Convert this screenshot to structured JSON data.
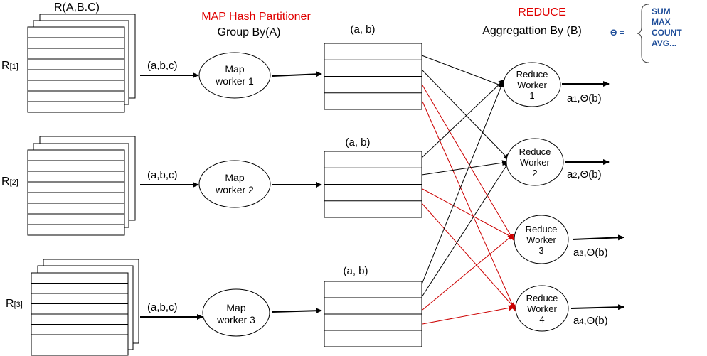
{
  "headers": {
    "map_title": "MAP Hash Partitioner",
    "map_subtitle": "Group By(A)",
    "reduce_title": "REDUCE",
    "reduce_subtitle": "Aggregattion By (B)"
  },
  "theta_legend": {
    "symbol": "Θ =",
    "items": [
      "SUM",
      "MAX",
      "COUNT",
      "AVG..."
    ]
  },
  "relation_header": "R(A,B.C)",
  "relations": [
    {
      "label": "R",
      "sub": "[1]"
    },
    {
      "label": "R",
      "sub": "[2]"
    },
    {
      "label": "R",
      "sub": "[3]"
    }
  ],
  "map_inputs": [
    "(a,b,c)",
    "(a,b,c)",
    "(a,b,c)"
  ],
  "map_workers": [
    {
      "line1": "Map",
      "line2": "worker 1"
    },
    {
      "line1": "Map",
      "line2": "worker 2"
    },
    {
      "line1": "Map",
      "line2": "worker 3"
    }
  ],
  "partition_labels": [
    "(a, b)",
    "(a, b)",
    "(a, b)"
  ],
  "reduce_workers": [
    {
      "line1": "Reduce",
      "line2": "Worker",
      "line3": "1"
    },
    {
      "line1": "Reduce",
      "line2": "Worker",
      "line3": "2"
    },
    {
      "line1": "Reduce",
      "line2": "Worker",
      "line3": "3"
    },
    {
      "line1": "Reduce",
      "line2": "Worker",
      "line3": "4"
    }
  ],
  "outputs": [
    {
      "a": "a",
      "sub": "1",
      "rest": ",Θ(b)"
    },
    {
      "a": "a",
      "sub": "2",
      "rest": ",Θ(b)"
    },
    {
      "a": "a",
      "sub": "3",
      "rest": ",Θ(b)"
    },
    {
      "a": "a",
      "sub": "4",
      "rest": ",Θ(b)"
    }
  ],
  "colors": {
    "header_red": "#E00000",
    "theta_blue": "#1F4E9A",
    "edge_black": "#000000",
    "edge_red": "#CC0000"
  }
}
